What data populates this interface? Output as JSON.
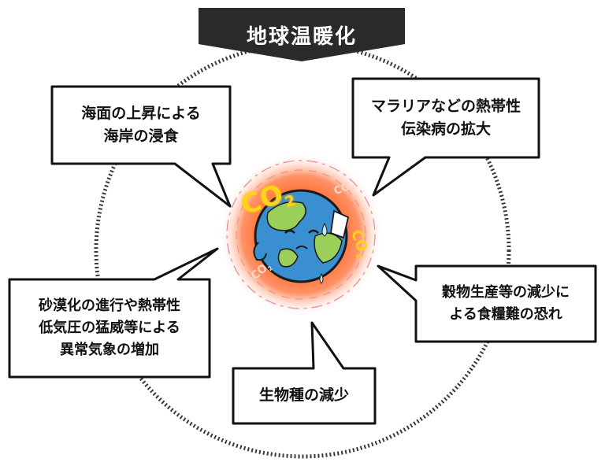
{
  "title": "地球温暖化",
  "bubbles": {
    "sea_level": {
      "lines": [
        "海面の上昇による",
        "海岸の浸食"
      ]
    },
    "disease": {
      "lines": [
        "マラリアなどの熱帯性",
        "伝染病の拡大"
      ]
    },
    "climate": {
      "lines": [
        "砂漠化の進行や熱帯性",
        "低気圧の猛威等による",
        "異常気象の増加"
      ]
    },
    "food": {
      "lines": [
        "穀物生産等の減少に",
        "よる食糧難の恐れ"
      ]
    },
    "species": {
      "lines": [
        "生物種の減少"
      ]
    }
  },
  "earth": {
    "co2_labels": [
      "CO",
      "CO",
      "CO",
      "CO"
    ],
    "co2_subscript": "2"
  },
  "colors": {
    "banner": "#2a2a2a",
    "glow": "#ff6a2a",
    "ocean": "#3a8fd0",
    "land": "#9ccf5a",
    "co2_yellow": "#ffd21e",
    "co2_pale": "#f7d7c6"
  }
}
